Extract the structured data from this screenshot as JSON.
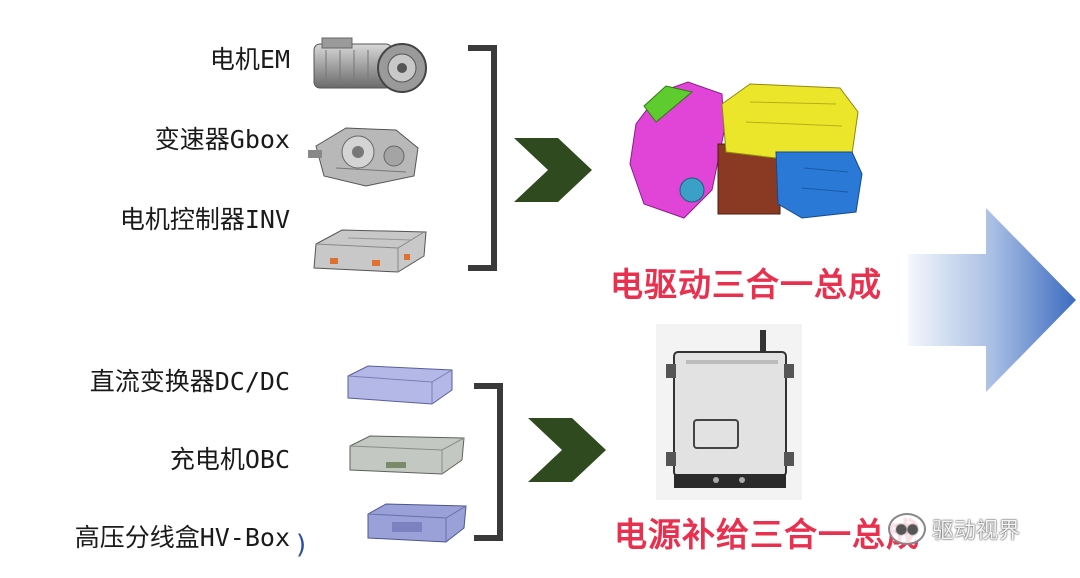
{
  "top_group": {
    "components": [
      {
        "label": "电机EM",
        "icon": "electric-motor"
      },
      {
        "label": "变速器Gbox",
        "icon": "gearbox"
      },
      {
        "label": "电机控制器INV",
        "icon": "inverter"
      }
    ],
    "result_label": "电驱动三合一总成",
    "result_icon": "e-drive-assembly"
  },
  "bottom_group": {
    "components": [
      {
        "label": "直流变换器DC/DC",
        "icon": "dc-dc-converter"
      },
      {
        "label": "充电机OBC",
        "icon": "onboard-charger"
      },
      {
        "label": "高压分线盒HV-Box",
        "icon": "hv-junction-box"
      }
    ],
    "result_label": "电源补给三合一总成",
    "result_icon": "power-supply-assembly"
  },
  "watermark": {
    "text": "驱动视界",
    "icon": "wechat-icon"
  },
  "stray_glyph": ")",
  "colors": {
    "chevron": "#2e4a1e",
    "bracket": "#3a3a3a",
    "title": "#e8304f",
    "big_arrow_start": "#e8eef8",
    "big_arrow_end": "#3d6cc0"
  }
}
